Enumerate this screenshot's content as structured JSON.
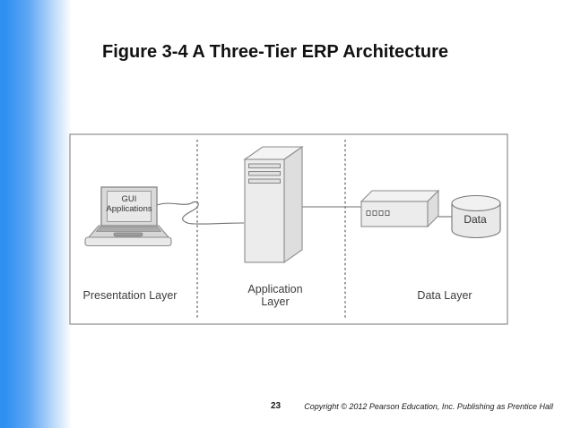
{
  "slide": {
    "title": "Figure 3-4  A Three-Tier ERP Architecture",
    "page_number": "23",
    "copyright": "Copyright © 2012 Pearson Education, Inc. Publishing as Prentice Hall",
    "accent_blue": "#2F90F2"
  },
  "diagram": {
    "laptop_label": "GUI Applications",
    "database_label": "Data",
    "layers": [
      {
        "label": "Presentation Layer"
      },
      {
        "label": "Application Layer"
      },
      {
        "label": "Data Layer"
      }
    ],
    "icons": [
      "laptop-icon",
      "server-icon",
      "network-device-icon",
      "database-cylinder-icon"
    ],
    "colors": {
      "shape_fill": "#ececec",
      "shape_fill_light": "#f4f4f4",
      "shape_fill_dark": "#dedede",
      "shape_stroke": "#8c8c8c",
      "connector": "#6e6e6e"
    }
  }
}
